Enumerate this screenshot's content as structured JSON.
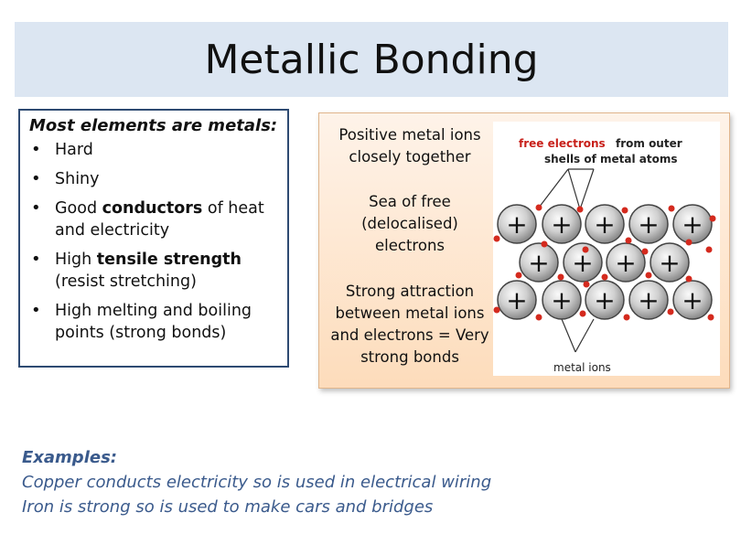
{
  "slide": {
    "title": "Metallic Bonding"
  },
  "properties": {
    "heading": "Most elements are metals:",
    "items": [
      {
        "pre": "Hard",
        "bold": "",
        "post": ""
      },
      {
        "pre": "Shiny",
        "bold": "",
        "post": ""
      },
      {
        "pre": "Good ",
        "bold": "conductors",
        "post": " of heat and electricity"
      },
      {
        "pre": "High ",
        "bold": "tensile strength",
        "post": " (resist stretching)"
      },
      {
        "pre": "High melting and boiling points (strong bonds)",
        "bold": "",
        "post": ""
      }
    ]
  },
  "panel": {
    "text1": "Positive metal ions closely together",
    "text2": "Sea of free (delocalised) electrons",
    "text3": "Strong attraction between metal ions and electrons = Very strong bonds"
  },
  "diagram": {
    "free_label_red": "free electrons",
    "free_label_rest": "from outer",
    "free_label_line2": "shells of metal atoms",
    "ions_label": "metal ions",
    "ion_symbol": "+",
    "electron_color": "#d42a1e",
    "label_red_color": "#c8201a"
  },
  "examples": {
    "title": "Examples:",
    "line1": "Copper conducts electricity so is used in electrical wiring",
    "line2": "Iron is strong so is used to make cars and bridges"
  }
}
